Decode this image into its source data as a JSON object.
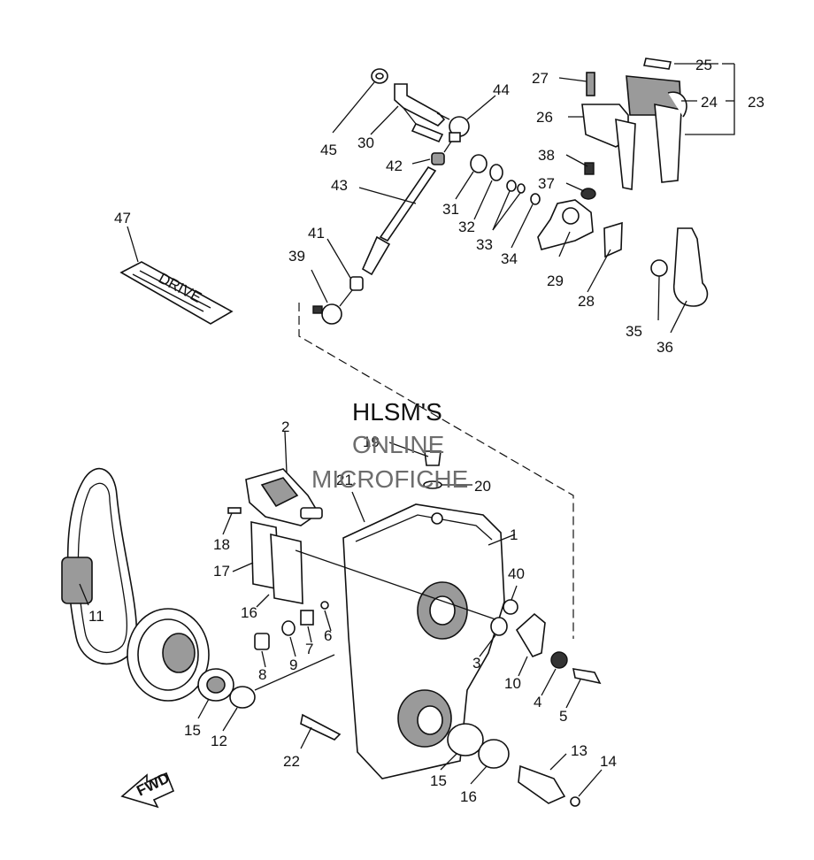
{
  "watermark": {
    "line1": "HLSM'S",
    "line2": "ONLINE",
    "line3": "MICROFICHE"
  },
  "direction_arrow_label": "FWD",
  "decal_text": "DRIVE",
  "callouts": [
    "1",
    "2",
    "3",
    "4",
    "5",
    "6",
    "7",
    "8",
    "9",
    "10",
    "11",
    "12",
    "13",
    "14",
    "15",
    "15",
    "16",
    "17",
    "18",
    "19",
    "20",
    "21",
    "22",
    "23",
    "24",
    "25",
    "26",
    "27",
    "28",
    "29",
    "30",
    "31",
    "32",
    "33",
    "34",
    "35",
    "36",
    "37",
    "38",
    "39",
    "40",
    "41",
    "42",
    "43",
    "44",
    "45",
    "46",
    "47"
  ]
}
